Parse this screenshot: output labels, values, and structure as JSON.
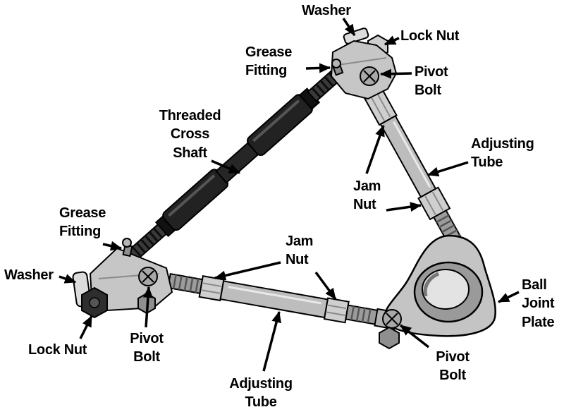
{
  "diagram": {
    "subject": "adjustable-upper-control-arm",
    "labels": {
      "washer_top": "Washer",
      "lock_nut_top": "Lock Nut",
      "grease_fitting_top": "Grease\nFitting",
      "pivot_bolt_top": "Pivot\nBolt",
      "threaded_cross_shaft": "Threaded\nCross\nShaft",
      "adjusting_tube_right": "Adjusting\nTube",
      "jam_nut_right": "Jam\nNut",
      "grease_fitting_left": "Grease\nFitting",
      "washer_left": "Washer",
      "lock_nut_left": "Lock Nut",
      "pivot_bolt_left": "Pivot\nBolt",
      "jam_nut_center": "Jam\nNut",
      "adjusting_tube_bottom": "Adjusting\nTube",
      "pivot_bolt_bottom": "Pivot\nBolt",
      "ball_joint_plate": "Ball\nJoint\nPlate"
    },
    "colors": {
      "background": "#ffffff",
      "line": "#000000",
      "dark_shaft": "#222222",
      "light_metal": "#c6c6c6",
      "mid_metal": "#9c9c9c"
    }
  }
}
